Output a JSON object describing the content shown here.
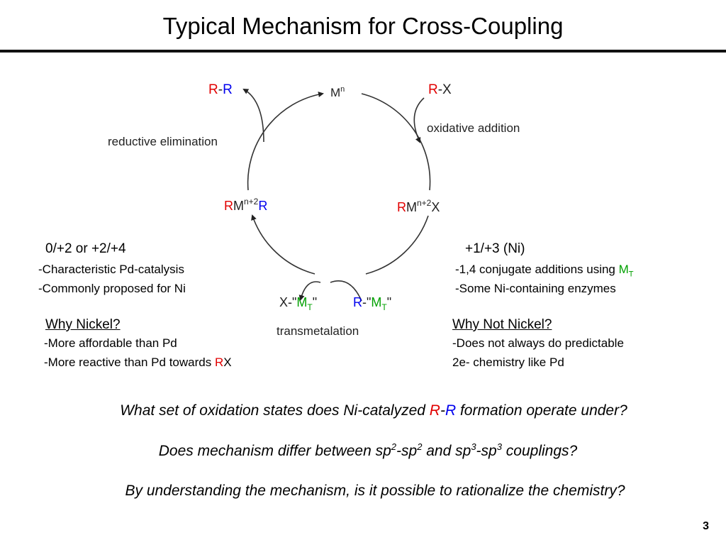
{
  "title": "Typical Mechanism for Cross-Coupling",
  "diagram": {
    "top_metal": "M",
    "top_metal_sup": "n",
    "product": {
      "r1": "R",
      "dash": "-",
      "r2": "R"
    },
    "substrate": {
      "r": "R",
      "rest": "-X"
    },
    "reductive_elimination": "reductive elimination",
    "oxidative_addition": "oxidative addition",
    "left_complex": {
      "r1": "R",
      "m": "M",
      "sup": "n+2",
      "r2": "R"
    },
    "right_complex": {
      "r": "R",
      "m": "M",
      "sup": "n+2",
      "x": "X"
    },
    "transmetalation": "transmetalation",
    "x_mt": {
      "pre": "X-\"",
      "m": "M",
      "sub": "T",
      "post": "\""
    },
    "r_mt": {
      "r": "R",
      "pre": "-\"",
      "m": "M",
      "sub": "T",
      "post": "\""
    }
  },
  "left_box": {
    "heading": "0/+2 or +2/+4",
    "line1": "-Characteristic Pd-catalysis",
    "line2": "-Commonly proposed for Ni"
  },
  "right_box": {
    "heading": "+1/+3 (Ni)",
    "line1_pre": "-1,4 conjugate additions using ",
    "line1_m": "M",
    "line1_sub": "T",
    "line2": "-Some Ni-containing enzymes"
  },
  "why_nickel": {
    "heading": "Why Nickel?",
    "line1": "-More affordable than Pd",
    "line2_pre": "-More reactive than Pd towards ",
    "line2_r": "R",
    "line2_x": "X"
  },
  "why_not_nickel": {
    "heading": "Why Not Nickel?",
    "line1": "-Does not always do predictable",
    "line2": "2e- chemistry like Pd"
  },
  "questions": {
    "q1_pre": "What set of oxidation states does Ni-catalyzed ",
    "q1_r1": "R",
    "q1_dash": "-",
    "q1_r2": "R",
    "q1_post": " formation operate under?",
    "q2_a": "Does mechanism differ between sp",
    "q2_s1": "2",
    "q2_b": "-sp",
    "q2_s2": "2",
    "q2_c": " and sp",
    "q2_s3": "3",
    "q2_d": "-sp",
    "q2_s4": "3",
    "q2_e": " couplings?",
    "q3": "By understanding the mechanism, is it possible to rationalize the chemistry?"
  },
  "page_number": "3",
  "colors": {
    "red": "#e10000",
    "blue": "#0000ee",
    "green": "#00a000"
  }
}
